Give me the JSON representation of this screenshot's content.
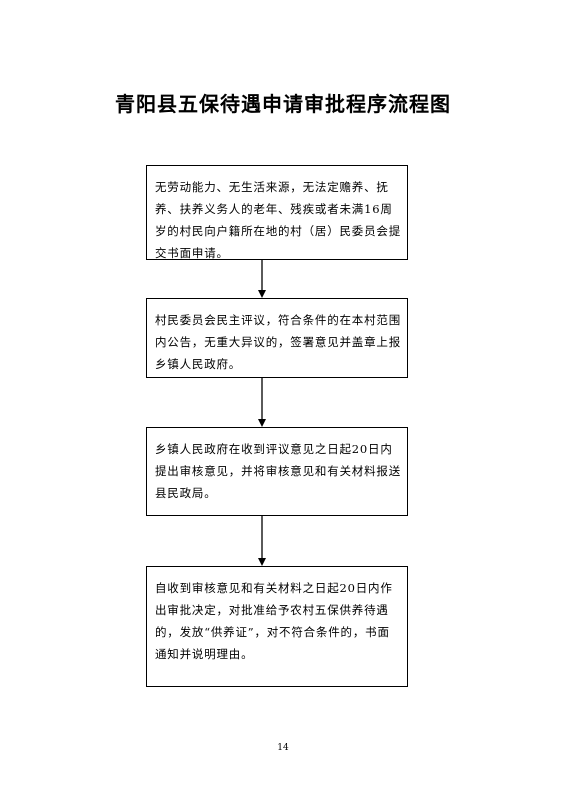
{
  "title": "青阳县五保待遇申请审批程序流程图",
  "steps": [
    {
      "text": "无劳动能力、无生活来源，无法定赡养、抚养、扶养义务人的老年、残疾或者未满16周岁的村民向户籍所在地的村（居）民委员会提交书面申请。"
    },
    {
      "text": "村民委员会民主评议，符合条件的在本村范围内公告，无重大异议的，签署意见并盖章上报乡镇人民政府。"
    },
    {
      "text": "乡镇人民政府在收到评议意见之日起20日内提出审核意见，并将审核意见和有关材料报送县民政局。"
    },
    {
      "text": "自收到审核意见和有关材料之日起20日内作出审批决定，对批准给予农村五保供养待遇的，发放“供养证”，对不符合条件的，书面通知并说明理由。"
    }
  ],
  "page_number": "14"
}
